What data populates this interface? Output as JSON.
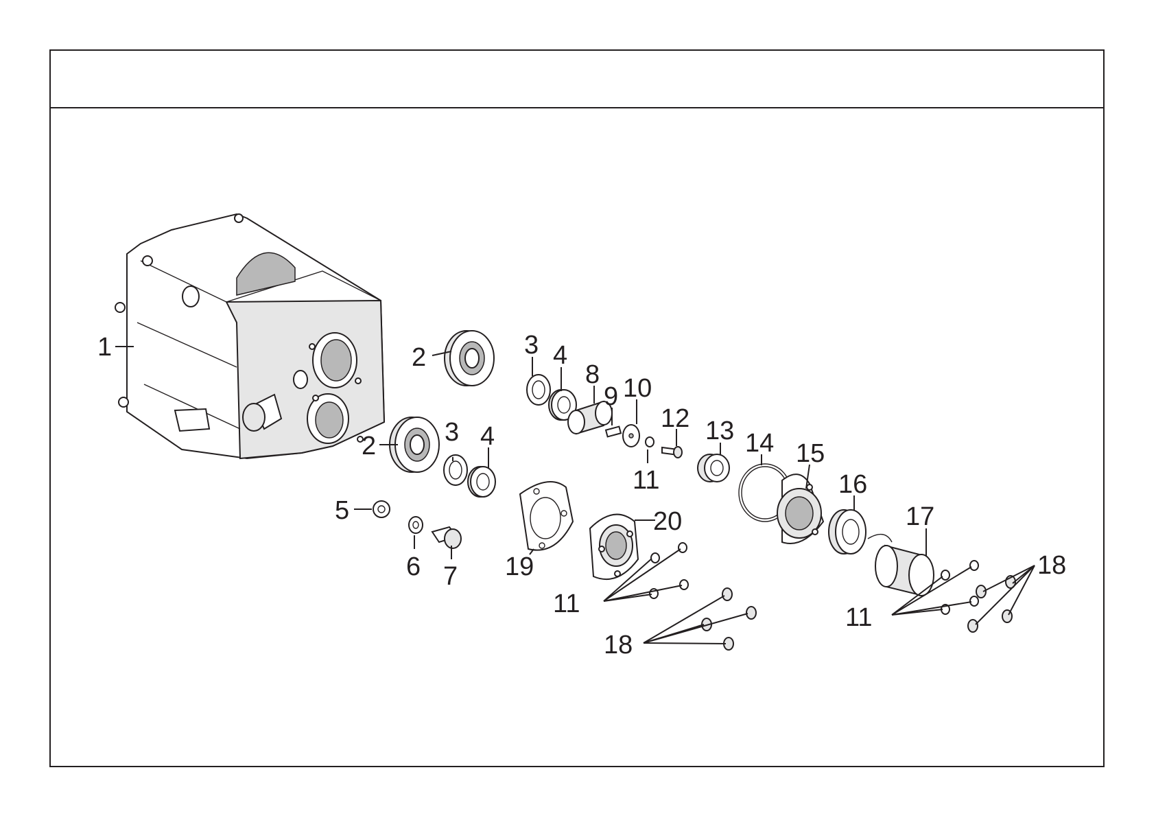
{
  "title": "",
  "callouts": [
    {
      "id": "c1",
      "text": "1"
    },
    {
      "id": "c2a",
      "text": "2"
    },
    {
      "id": "c2b",
      "text": "2"
    },
    {
      "id": "c3a",
      "text": "3"
    },
    {
      "id": "c3b",
      "text": "3"
    },
    {
      "id": "c4a",
      "text": "4"
    },
    {
      "id": "c4b",
      "text": "4"
    },
    {
      "id": "c5",
      "text": "5"
    },
    {
      "id": "c6",
      "text": "6"
    },
    {
      "id": "c7",
      "text": "7"
    },
    {
      "id": "c8",
      "text": "8"
    },
    {
      "id": "c9",
      "text": "9"
    },
    {
      "id": "c10",
      "text": "10"
    },
    {
      "id": "c11a",
      "text": "11"
    },
    {
      "id": "c11b",
      "text": "11"
    },
    {
      "id": "c11c",
      "text": "11"
    },
    {
      "id": "c12",
      "text": "12"
    },
    {
      "id": "c13",
      "text": "13"
    },
    {
      "id": "c14",
      "text": "14"
    },
    {
      "id": "c15",
      "text": "15"
    },
    {
      "id": "c16",
      "text": "16"
    },
    {
      "id": "c17",
      "text": "17"
    },
    {
      "id": "c18a",
      "text": "18"
    },
    {
      "id": "c18b",
      "text": "18"
    },
    {
      "id": "c19",
      "text": "19"
    },
    {
      "id": "c20",
      "text": "20"
    }
  ],
  "colors": {
    "line": "#231f20",
    "fill": "#ffffff",
    "shade": "#e6e6e6"
  }
}
